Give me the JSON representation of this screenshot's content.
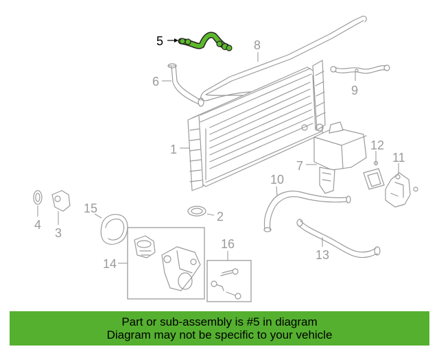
{
  "diagram": {
    "highlight_color": "#5cb82c",
    "highlighted_part": "5",
    "callouts": [
      {
        "id": "c1",
        "label": "1"
      },
      {
        "id": "c2",
        "label": "2"
      },
      {
        "id": "c3",
        "label": "3"
      },
      {
        "id": "c4",
        "label": "4"
      },
      {
        "id": "c5",
        "label": "5"
      },
      {
        "id": "c6",
        "label": "6"
      },
      {
        "id": "c7",
        "label": "7"
      },
      {
        "id": "c8",
        "label": "8"
      },
      {
        "id": "c9",
        "label": "9"
      },
      {
        "id": "c10",
        "label": "10"
      },
      {
        "id": "c11",
        "label": "11"
      },
      {
        "id": "c12",
        "label": "12"
      },
      {
        "id": "c13",
        "label": "13"
      },
      {
        "id": "c14",
        "label": "14"
      },
      {
        "id": "c15",
        "label": "15"
      },
      {
        "id": "c16",
        "label": "16"
      }
    ]
  },
  "banner": {
    "background": "#55b030",
    "line1": "Part or sub-assembly is #5 in diagram",
    "line2": "Diagram may not be specific to your vehicle"
  }
}
